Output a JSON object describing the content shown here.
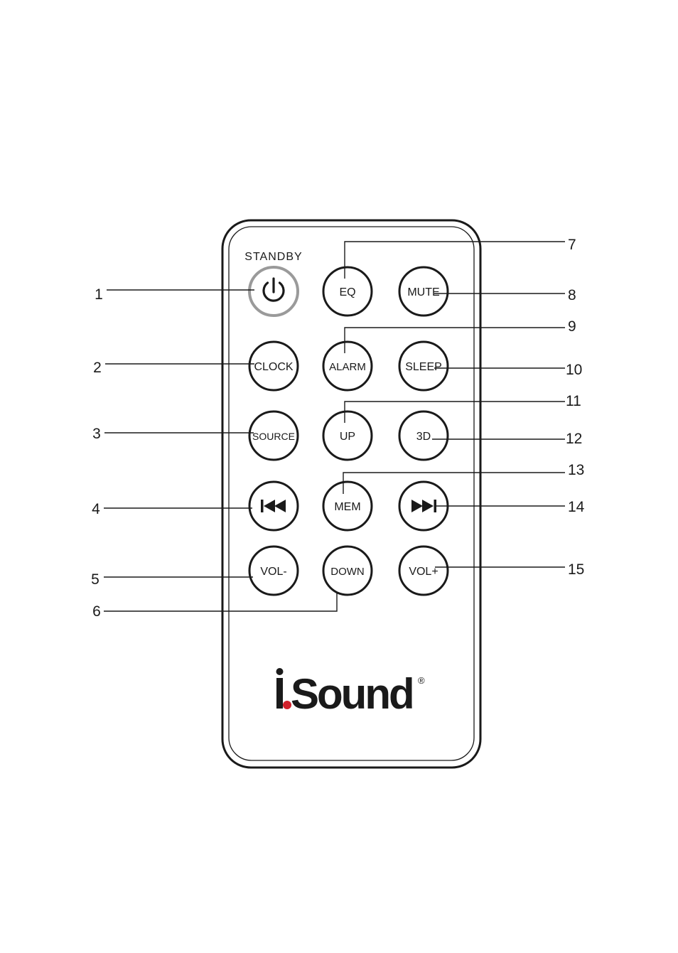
{
  "remote": {
    "standby_label": "STANDBY",
    "brand": {
      "logo_text": "i.Sound",
      "name": "iSound",
      "registered_mark": "®",
      "accent_color": "#d0202a"
    },
    "buttons": {
      "standby": {
        "icon": "power-icon"
      },
      "eq": {
        "label": "EQ"
      },
      "mute": {
        "label": "MUTE"
      },
      "clock": {
        "label": "CLOCK"
      },
      "alarm": {
        "label": "ALARM"
      },
      "sleep": {
        "label": "SLEEP"
      },
      "source": {
        "label": "SOURCE"
      },
      "up": {
        "label": "UP"
      },
      "three_d": {
        "label": "3D"
      },
      "prev": {
        "icon": "skip-previous-icon"
      },
      "mem": {
        "label": "MEM"
      },
      "next": {
        "icon": "skip-next-icon"
      },
      "vol_down": {
        "label": "VOL-"
      },
      "down": {
        "label": "DOWN"
      },
      "vol_up": {
        "label": "VOL+"
      }
    }
  },
  "callouts": {
    "c1": "1",
    "c2": "2",
    "c3": "3",
    "c4": "4",
    "c5": "5",
    "c6": "6",
    "c7": "7",
    "c8": "8",
    "c9": "9",
    "c10": "10",
    "c11": "11",
    "c12": "12",
    "c13": "13",
    "c14": "14",
    "c15": "15"
  }
}
